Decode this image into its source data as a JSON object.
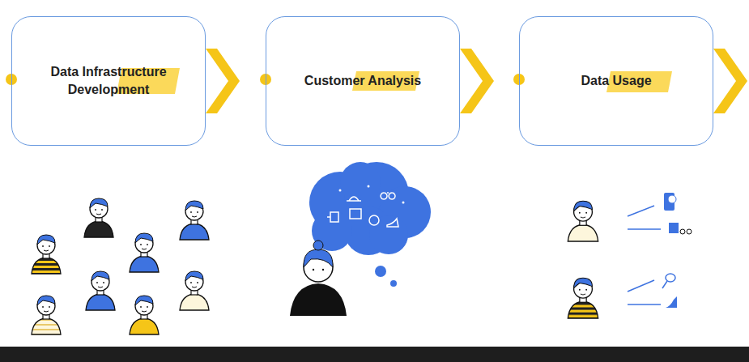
{
  "diagram": {
    "nodes": [
      {
        "text": [
          "Data Infrastructure Development"
        ]
      },
      {
        "text": [
          "Customer Analysis"
        ]
      },
      {
        "text": [
          "Data Usage"
        ]
      }
    ]
  }
}
